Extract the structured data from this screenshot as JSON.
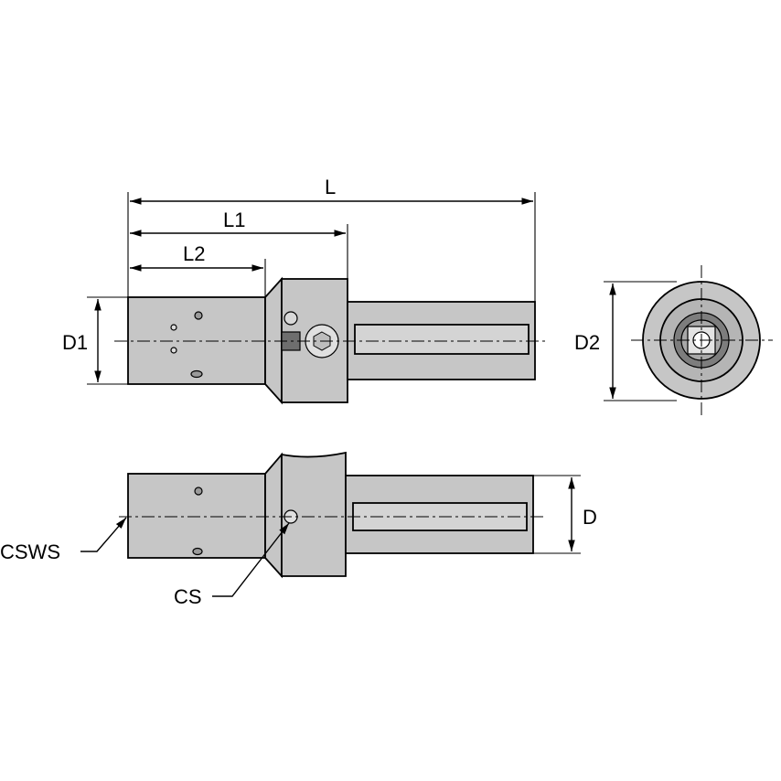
{
  "labels": {
    "L": "L",
    "L1": "L1",
    "L2": "L2",
    "D1": "D1",
    "D2": "D2",
    "D": "D",
    "CSWS": "CSWS",
    "CS": "CS"
  }
}
